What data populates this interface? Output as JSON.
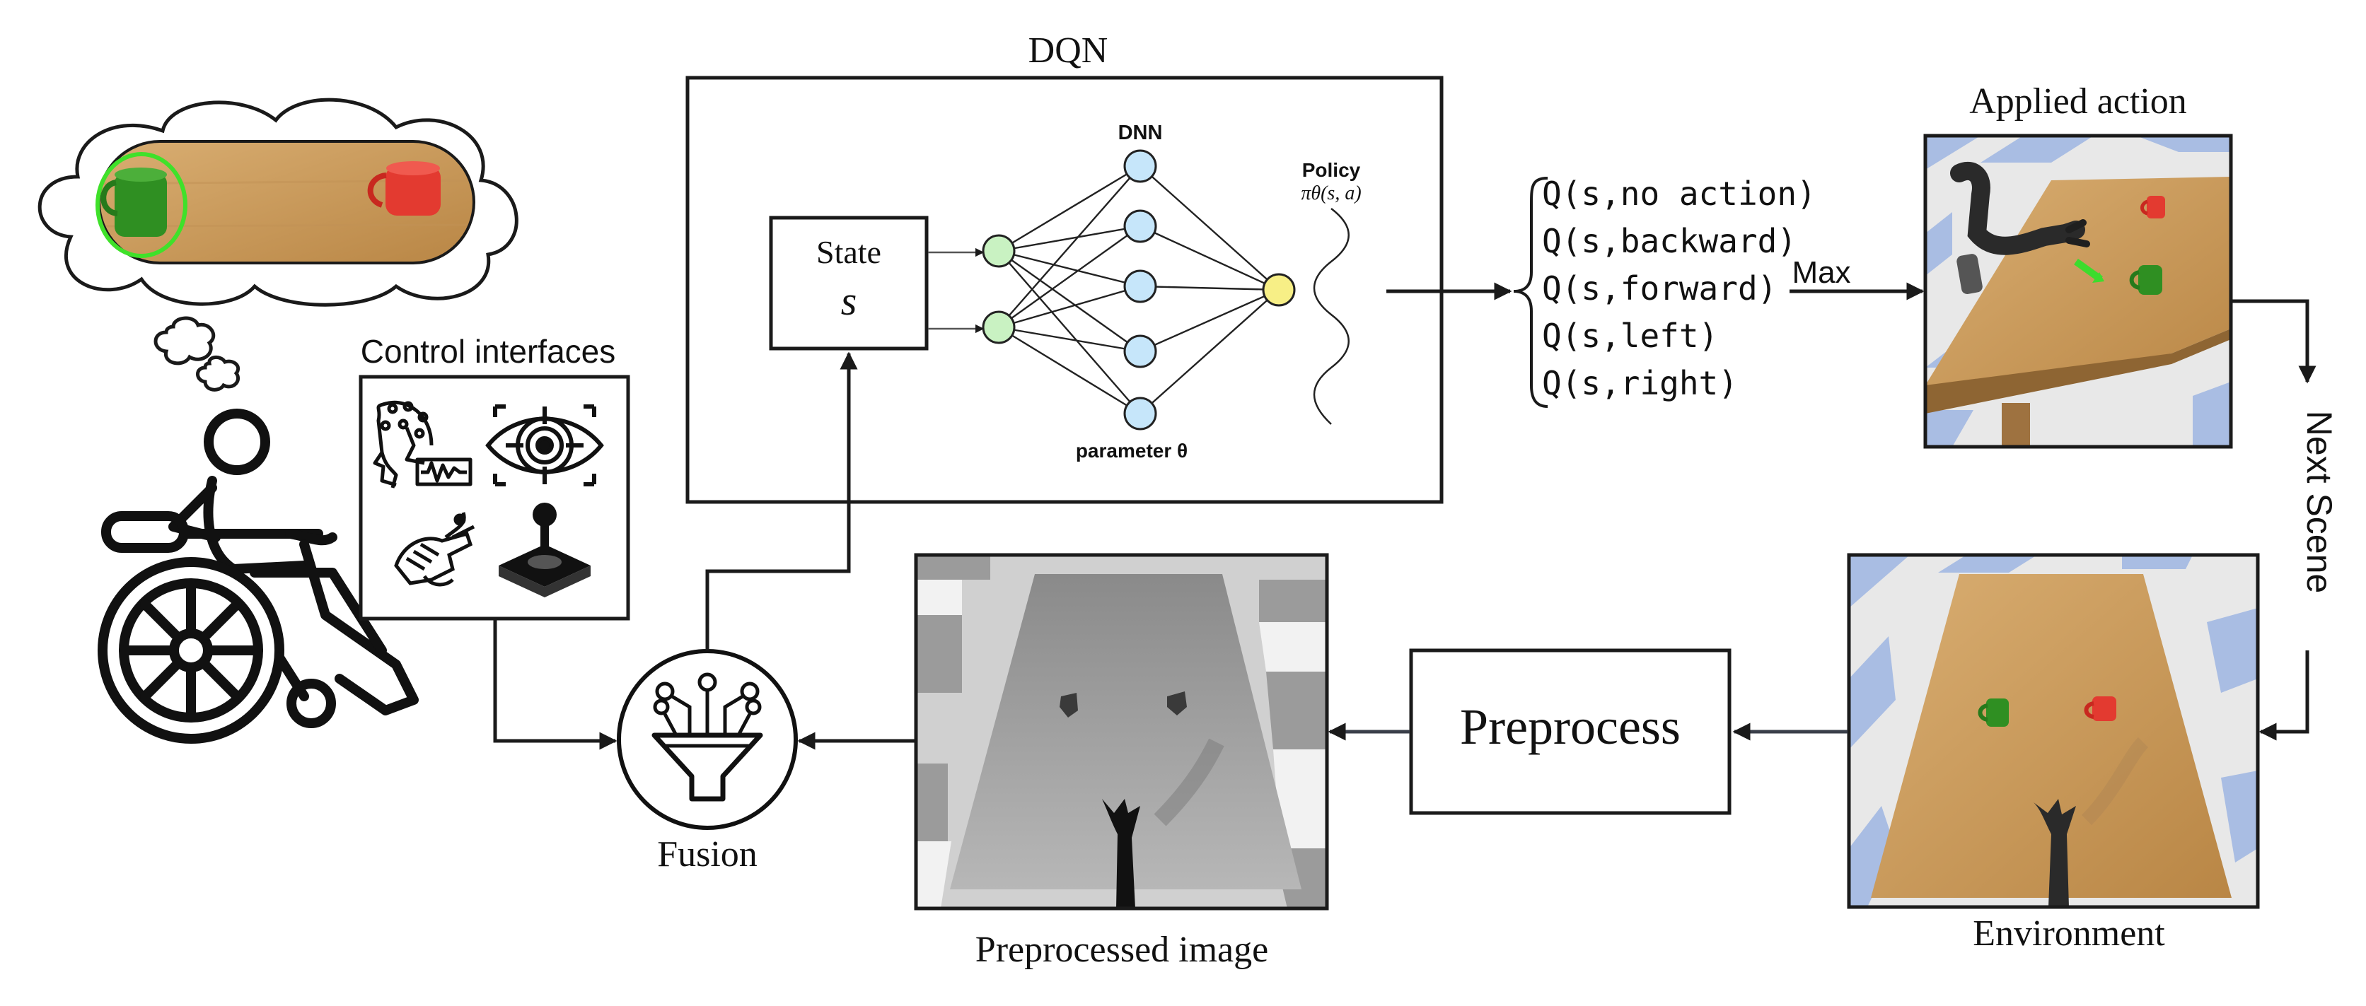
{
  "dqn": {
    "title": "DQN",
    "state_label": "State",
    "state_symbol": "s",
    "dnn_label": "DNN",
    "parameter_label": "parameter θ",
    "policy_label": "Policy",
    "policy_formula": "πθ(s, a)"
  },
  "q_values": [
    "Q(s,no action)",
    "Q(s,backward)",
    "Q(s,forward)",
    "Q(s,left)",
    "Q(s,right)"
  ],
  "max_label": "Max",
  "applied_action_label": "Applied action",
  "next_scene_label": "Next Scene",
  "environment_label": "Environment",
  "preprocess_label": "Preprocess",
  "preprocessed_image_label": "Preprocessed image",
  "fusion_label": "Fusion",
  "control_interfaces_label": "Control interfaces",
  "colors": {
    "input_node": "#c9f2c2",
    "hidden_node": "#c6e6fa",
    "output_node": "#f7ef86",
    "table_wood": "#c9975a",
    "floor_blue": "#a9bde3",
    "floor_white": "#e8e8e8",
    "green_cup": "#2f8f22",
    "red_cup": "#e33a30",
    "highlight": "#3fe12a",
    "action_arrow": "#3ddc2d"
  },
  "icons": [
    "thought-cloud-icon",
    "green-cup-icon",
    "red-cup-icon",
    "wheelchair-user-icon",
    "eeg-head-icon",
    "eye-tracking-icon",
    "emg-hand-icon",
    "joystick-icon",
    "fusion-funnel-icon",
    "robot-arm-icon"
  ]
}
